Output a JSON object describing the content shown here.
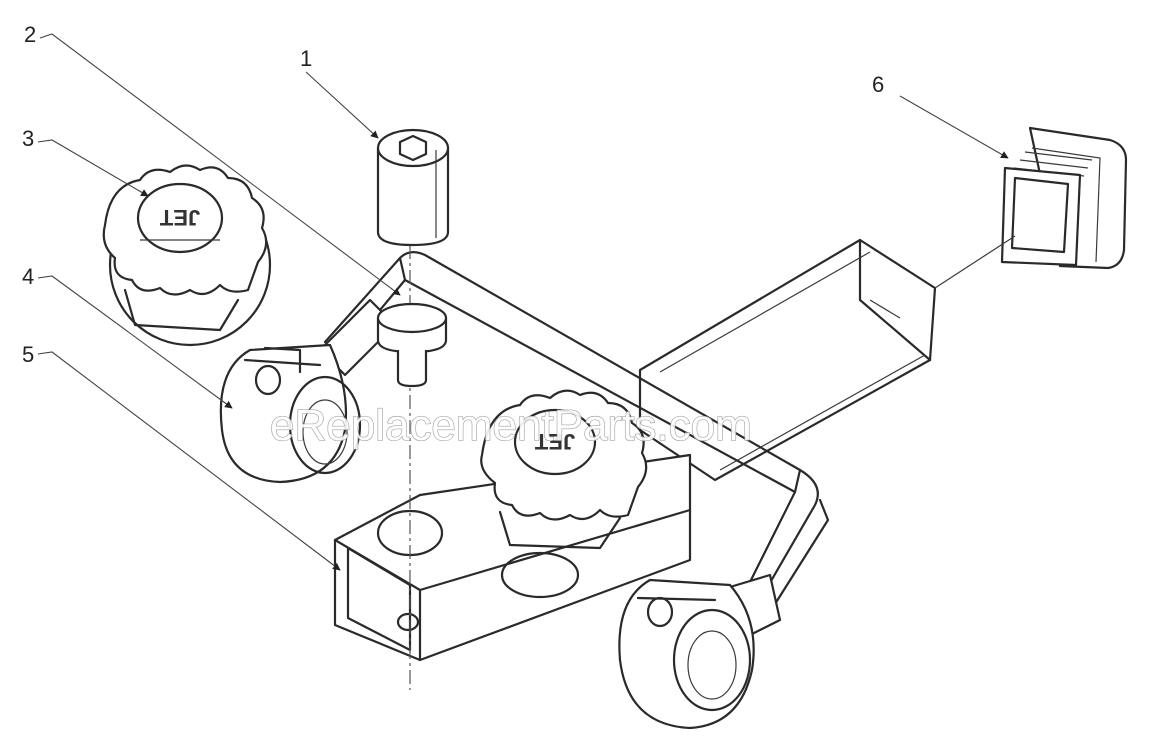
{
  "diagram": {
    "callouts": [
      {
        "id": "c1",
        "label": "1"
      },
      {
        "id": "c2",
        "label": "2"
      },
      {
        "id": "c3",
        "label": "3"
      },
      {
        "id": "c4",
        "label": "4"
      },
      {
        "id": "c5",
        "label": "5"
      },
      {
        "id": "c6",
        "label": "6"
      }
    ],
    "watermark": "eReplacementParts.com",
    "knob_logo": "JET"
  }
}
